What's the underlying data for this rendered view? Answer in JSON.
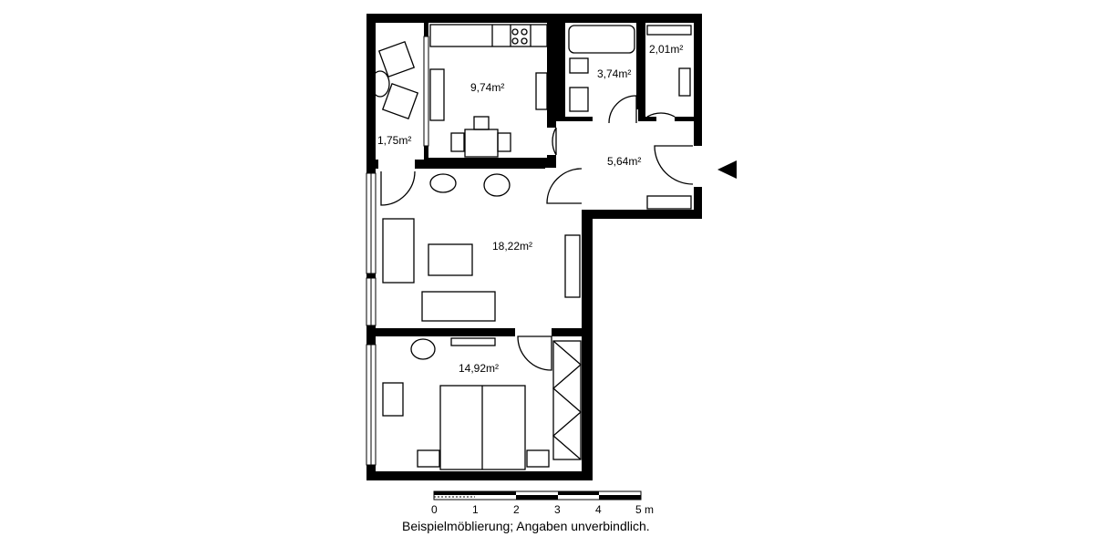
{
  "rooms": [
    {
      "name": "balcony",
      "area": "1,75m²"
    },
    {
      "name": "kitchen",
      "area": "9,74m²"
    },
    {
      "name": "bathroom",
      "area": "3,74m²"
    },
    {
      "name": "wc",
      "area": "2,01m²"
    },
    {
      "name": "hallway",
      "area": "5,64m²"
    },
    {
      "name": "living-room",
      "area": "18,22m²"
    },
    {
      "name": "bedroom",
      "area": "14,92m²"
    }
  ],
  "scale": {
    "ticks": [
      "0",
      "1",
      "2",
      "3",
      "4",
      "5 m"
    ]
  },
  "caption": "Beispielmöblierung; Angaben unverbindlich.",
  "colors": {
    "wall": "#000000",
    "background": "#ffffff"
  }
}
